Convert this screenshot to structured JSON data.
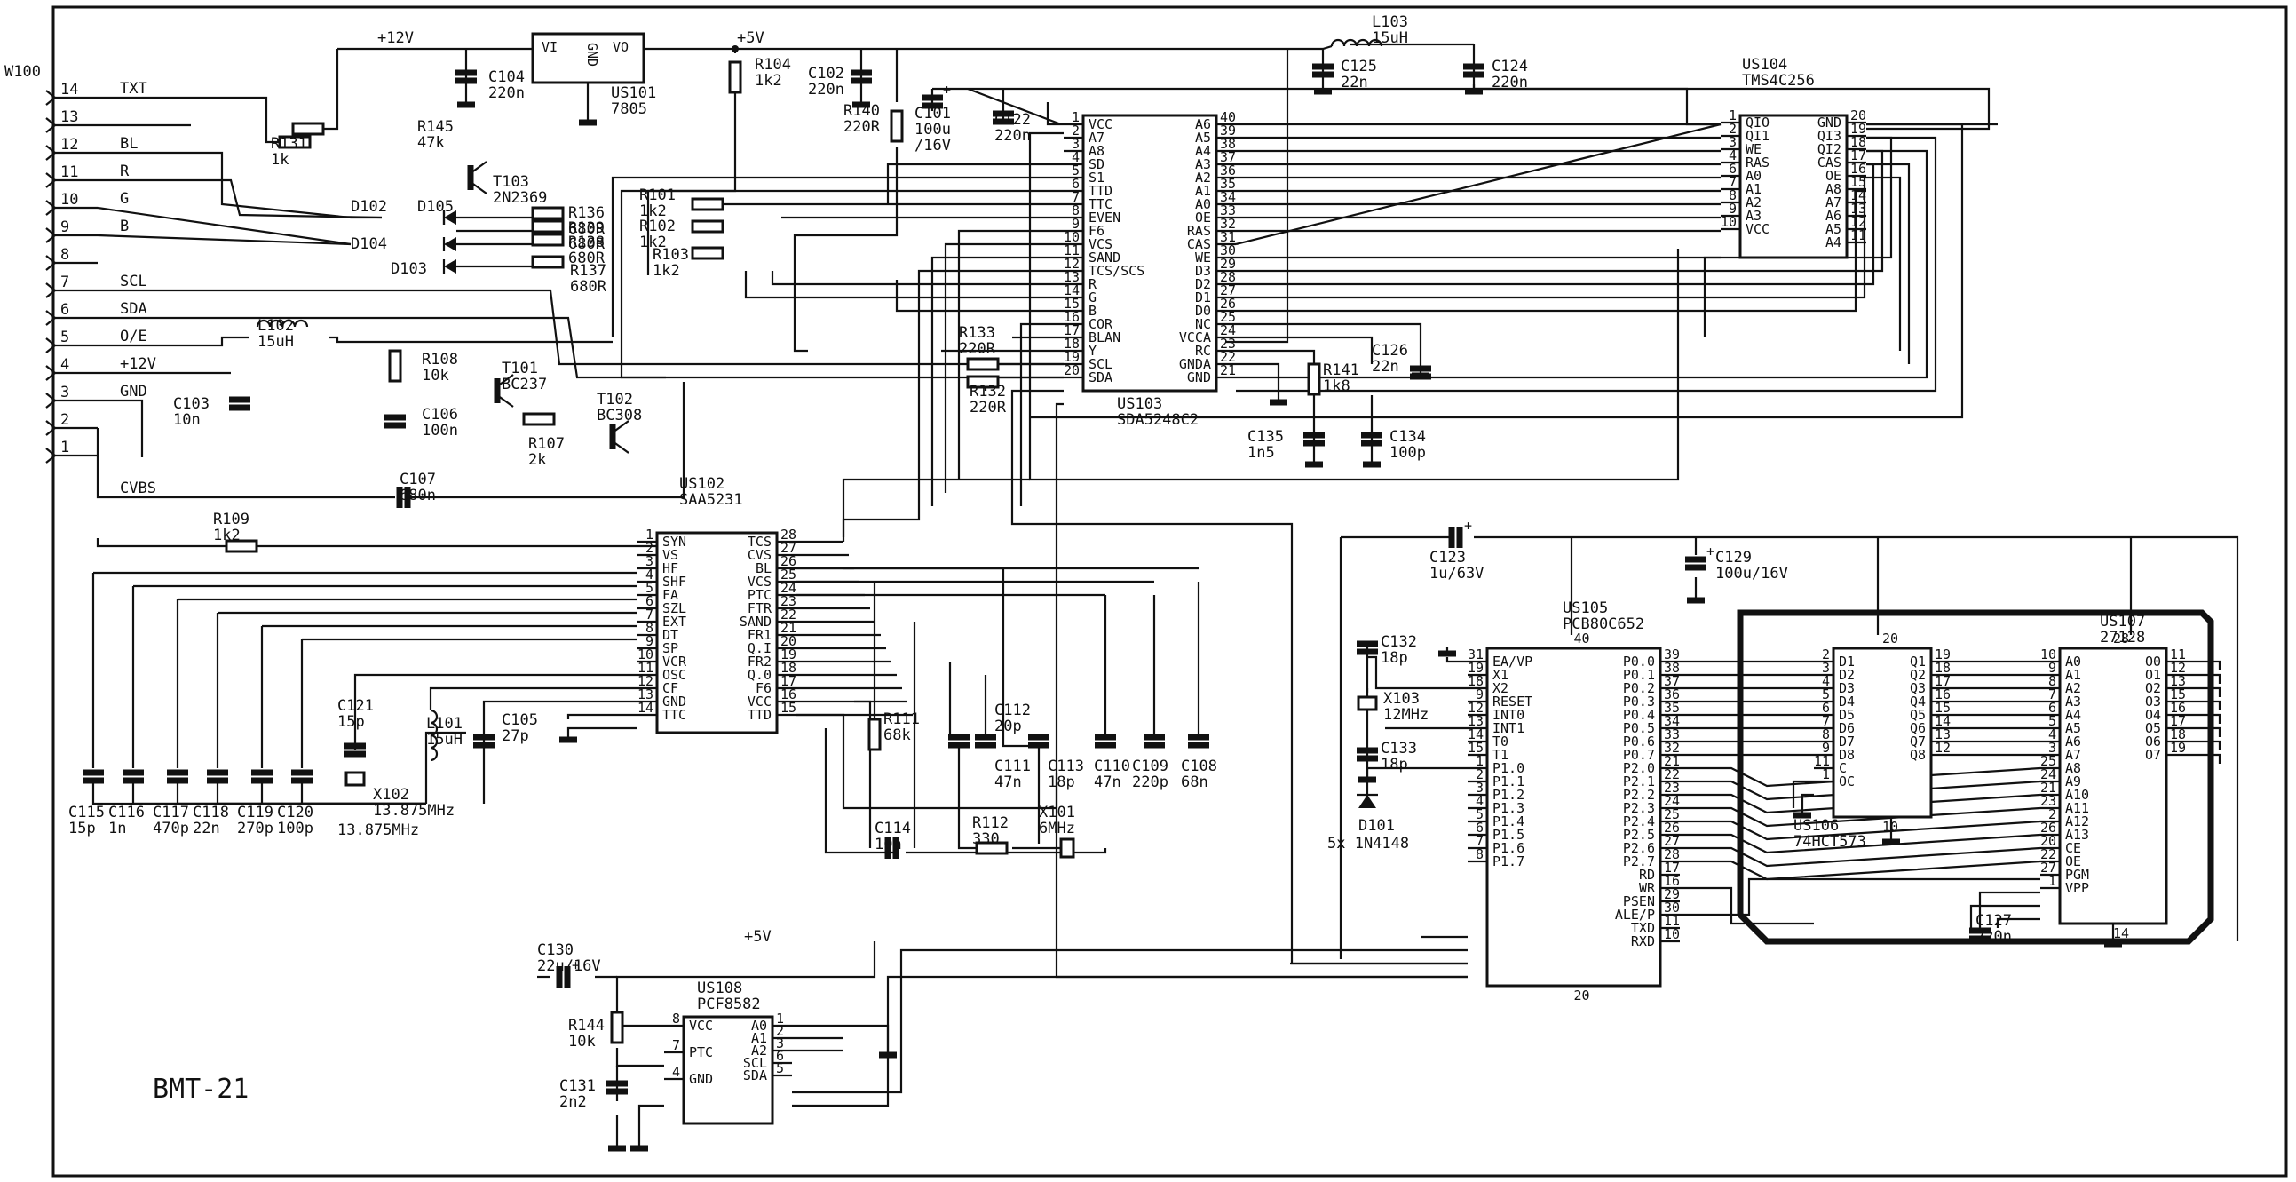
{
  "title": "BMT-21",
  "connector": {
    "ref": "W100",
    "pins": [
      {
        "num": "14",
        "name": "TXT"
      },
      {
        "num": "13",
        "name": ""
      },
      {
        "num": "12",
        "name": "BL"
      },
      {
        "num": "11",
        "name": "R"
      },
      {
        "num": "10",
        "name": "G"
      },
      {
        "num": "9",
        "name": "B"
      },
      {
        "num": "8",
        "name": ""
      },
      {
        "num": "7",
        "name": "SCL"
      },
      {
        "num": "6",
        "name": "SDA"
      },
      {
        "num": "5",
        "name": "O/E"
      },
      {
        "num": "4",
        "name": "+12V"
      },
      {
        "num": "3",
        "name": "GND"
      },
      {
        "num": "2",
        "name": ""
      },
      {
        "num": "1",
        "name": ""
      }
    ],
    "cvbs": "CVBS"
  },
  "rails": {
    "v12": "+12V",
    "v5": "+5V",
    "v5b": "+5V"
  },
  "ics": {
    "us101": {
      "ref": "US101",
      "part": "7805",
      "vi": "VI",
      "vo": "VO",
      "gnd": "GND"
    },
    "us104": {
      "ref": "US104",
      "part": "TMS4C256",
      "left": [
        [
          "1",
          "QIO"
        ],
        [
          "2",
          "QI1"
        ],
        [
          "3",
          "WE"
        ],
        [
          "4",
          "RAS"
        ],
        [
          "6",
          "A0"
        ],
        [
          "7",
          "A1"
        ],
        [
          "8",
          "A2"
        ],
        [
          "9",
          "A3"
        ],
        [
          "10",
          "VCC"
        ]
      ],
      "right": [
        [
          "20",
          "GND"
        ],
        [
          "19",
          "QI3"
        ],
        [
          "18",
          "QI2"
        ],
        [
          "17",
          "CAS"
        ],
        [
          "16",
          "OE"
        ],
        [
          "15",
          "A8"
        ],
        [
          "14",
          "A7"
        ],
        [
          "13",
          "A6"
        ],
        [
          "12",
          "A5"
        ],
        [
          "11",
          "A4"
        ]
      ]
    },
    "us103": {
      "ref": "US103",
      "part": "SDA5248C2",
      "left": [
        [
          "1",
          "VCC"
        ],
        [
          "2",
          "A7"
        ],
        [
          "3",
          "A8"
        ],
        [
          "4",
          "SD"
        ],
        [
          "5",
          "S1"
        ],
        [
          "6",
          "TTD"
        ],
        [
          "7",
          "TTC"
        ],
        [
          "8",
          "EVEN"
        ],
        [
          "9",
          "F6"
        ],
        [
          "10",
          "VCS"
        ],
        [
          "11",
          "SAND"
        ],
        [
          "12",
          "TCS/SCS"
        ],
        [
          "13",
          "R"
        ],
        [
          "14",
          "G"
        ],
        [
          "15",
          "B"
        ],
        [
          "16",
          "COR"
        ],
        [
          "17",
          "BLAN"
        ],
        [
          "18",
          "Y"
        ],
        [
          "19",
          "SCL"
        ],
        [
          "20",
          "SDA"
        ]
      ],
      "right": [
        [
          "40",
          "A6"
        ],
        [
          "39",
          "A5"
        ],
        [
          "38",
          "A4"
        ],
        [
          "37",
          "A3"
        ],
        [
          "36",
          "A2"
        ],
        [
          "35",
          "A1"
        ],
        [
          "34",
          "A0"
        ],
        [
          "33",
          "OE"
        ],
        [
          "32",
          "RAS"
        ],
        [
          "31",
          "CAS"
        ],
        [
          "30",
          "WE"
        ],
        [
          "29",
          "D3"
        ],
        [
          "28",
          "D2"
        ],
        [
          "27",
          "D1"
        ],
        [
          "26",
          "D0"
        ],
        [
          "25",
          "NC"
        ],
        [
          "24",
          "VCCA"
        ],
        [
          "23",
          "RC"
        ],
        [
          "22",
          "GNDA"
        ],
        [
          "21",
          "GND"
        ]
      ]
    },
    "us102": {
      "ref": "US102",
      "part": "SAA5231",
      "left": [
        [
          "1",
          "SYN"
        ],
        [
          "2",
          "VS"
        ],
        [
          "3",
          "HF"
        ],
        [
          "4",
          "SHF"
        ],
        [
          "5",
          "FA"
        ],
        [
          "6",
          "SZL"
        ],
        [
          "7",
          "EXT"
        ],
        [
          "8",
          "DT"
        ],
        [
          "9",
          "SP"
        ],
        [
          "10",
          "VCR"
        ],
        [
          "11",
          "OSC"
        ],
        [
          "12",
          "CF"
        ],
        [
          "13",
          "GND"
        ],
        [
          "14",
          "TTC"
        ]
      ],
      "right": [
        [
          "28",
          "TCS"
        ],
        [
          "27",
          "CVS"
        ],
        [
          "26",
          "BL"
        ],
        [
          "25",
          "VCS"
        ],
        [
          "24",
          "PTC"
        ],
        [
          "23",
          "FTR"
        ],
        [
          "22",
          "SAND"
        ],
        [
          "21",
          "FR1"
        ],
        [
          "20",
          "Q.I"
        ],
        [
          "19",
          "FR2"
        ],
        [
          "18",
          "Q.0"
        ],
        [
          "17",
          "F6"
        ],
        [
          "16",
          "VCC"
        ],
        [
          "15",
          "TTD"
        ]
      ]
    },
    "us105": {
      "ref": "US105",
      "part": "PCB80C652",
      "left": [
        [
          "31",
          "EA/VP"
        ],
        [
          "19",
          "X1"
        ],
        [
          "18",
          "X2"
        ],
        [
          "9",
          "RESET"
        ],
        [
          "12",
          "INT0"
        ],
        [
          "13",
          "INT1"
        ],
        [
          "14",
          "T0"
        ],
        [
          "15",
          "T1"
        ],
        [
          "1",
          "P1.0"
        ],
        [
          "2",
          "P1.1"
        ],
        [
          "3",
          "P1.2"
        ],
        [
          "4",
          "P1.3"
        ],
        [
          "5",
          "P1.4"
        ],
        [
          "6",
          "P1.5"
        ],
        [
          "7",
          "P1.6"
        ],
        [
          "8",
          "P1.7"
        ]
      ],
      "right": [
        [
          "39",
          "P0.0"
        ],
        [
          "38",
          "P0.1"
        ],
        [
          "37",
          "P0.2"
        ],
        [
          "36",
          "P0.3"
        ],
        [
          "35",
          "P0.4"
        ],
        [
          "34",
          "P0.5"
        ],
        [
          "33",
          "P0.6"
        ],
        [
          "32",
          "P0.7"
        ],
        [
          "21",
          "P2.0"
        ],
        [
          "22",
          "P2.1"
        ],
        [
          "23",
          "P2.2"
        ],
        [
          "24",
          "P2.3"
        ],
        [
          "25",
          "P2.4"
        ],
        [
          "26",
          "P2.5"
        ],
        [
          "27",
          "P2.6"
        ],
        [
          "28",
          "P2.7"
        ],
        [
          "17",
          "RD"
        ],
        [
          "16",
          "WR"
        ],
        [
          "29",
          "PSEN"
        ],
        [
          "30",
          "ALE/P"
        ],
        [
          "11",
          "TXD"
        ],
        [
          "10",
          "RXD"
        ]
      ],
      "top": "40",
      "bottom": "20"
    },
    "us106": {
      "ref": "US106",
      "part": "74HCT573",
      "left": [
        [
          "2",
          "D1"
        ],
        [
          "3",
          "D2"
        ],
        [
          "4",
          "D3"
        ],
        [
          "5",
          "D4"
        ],
        [
          "6",
          "D5"
        ],
        [
          "7",
          "D6"
        ],
        [
          "8",
          "D7"
        ],
        [
          "9",
          "D8"
        ],
        [
          "11",
          "C"
        ],
        [
          "1",
          "OC"
        ]
      ],
      "right": [
        [
          "19",
          "Q1"
        ],
        [
          "18",
          "Q2"
        ],
        [
          "17",
          "Q3"
        ],
        [
          "16",
          "Q4"
        ],
        [
          "15",
          "Q5"
        ],
        [
          "14",
          "Q6"
        ],
        [
          "13",
          "Q7"
        ],
        [
          "12",
          "Q8"
        ]
      ],
      "top": "20",
      "bottom": "10"
    },
    "us107": {
      "ref": "US107",
      "part": "27128",
      "left": [
        [
          "10",
          "A0"
        ],
        [
          "9",
          "A1"
        ],
        [
          "8",
          "A2"
        ],
        [
          "7",
          "A3"
        ],
        [
          "6",
          "A4"
        ],
        [
          "5",
          "A5"
        ],
        [
          "4",
          "A6"
        ],
        [
          "3",
          "A7"
        ],
        [
          "25",
          "A8"
        ],
        [
          "24",
          "A9"
        ],
        [
          "21",
          "A10"
        ],
        [
          "23",
          "A11"
        ],
        [
          "2",
          "A12"
        ],
        [
          "26",
          "A13"
        ],
        [
          "20",
          "CE"
        ],
        [
          "22",
          "OE"
        ],
        [
          "27",
          "PGM"
        ],
        [
          "1",
          "VPP"
        ]
      ],
      "right": [
        [
          "11",
          "O0"
        ],
        [
          "12",
          "O1"
        ],
        [
          "13",
          "O2"
        ],
        [
          "15",
          "O3"
        ],
        [
          "16",
          "O4"
        ],
        [
          "17",
          "O5"
        ],
        [
          "18",
          "O6"
        ],
        [
          "19",
          "O7"
        ]
      ],
      "top": "28",
      "bottom": "14"
    },
    "us108": {
      "ref": "US108",
      "part": "PCF8582",
      "left": [
        [
          "8",
          "VCC"
        ],
        [
          "7",
          "PTC"
        ],
        [
          "4",
          "GND"
        ]
      ],
      "right": [
        [
          "1",
          "A0"
        ],
        [
          "2",
          "A1"
        ],
        [
          "3",
          "A2"
        ],
        [
          "6",
          "SCL"
        ],
        [
          "5",
          "SDA"
        ]
      ]
    }
  },
  "components": {
    "C104": {
      "ref": "C104",
      "val": "220n"
    },
    "C102": {
      "ref": "C102",
      "val": "220n"
    },
    "R104": {
      "ref": "R104",
      "val": "1k2"
    },
    "R140": {
      "ref": "R140",
      "val": "220R"
    },
    "C101": {
      "ref": "C101",
      "val": "100u",
      "val2": "/16V"
    },
    "C122": {
      "ref": "C122",
      "val": "220n"
    },
    "L103": {
      "ref": "L103",
      "val": "15uH"
    },
    "C125": {
      "ref": "C125",
      "val": "22n"
    },
    "C124": {
      "ref": "C124",
      "val": "220n"
    },
    "R145": {
      "ref": "R145",
      "val": "47k"
    },
    "R131": {
      "ref": "R131",
      "val": "1k"
    },
    "T103": {
      "ref": "T103",
      "val": "2N2369"
    },
    "D102": {
      "ref": "D102"
    },
    "D105": {
      "ref": "D105"
    },
    "D104": {
      "ref": "D104"
    },
    "D103": {
      "ref": "D103"
    },
    "R136": {
      "ref": "R136",
      "val": "680R"
    },
    "R139": {
      "ref": "R139",
      "val": "680R"
    },
    "R138": {
      "ref": "R138",
      "val": "680R"
    },
    "R137": {
      "ref": "R137",
      "val": "680R"
    },
    "R101": {
      "ref": "R101",
      "val": "1k2"
    },
    "R102": {
      "ref": "R102",
      "val": "1k2"
    },
    "R103": {
      "ref": "R103",
      "val": "1k2"
    },
    "L102": {
      "ref": "L102",
      "val": "15uH"
    },
    "C103": {
      "ref": "C103",
      "val": "10n"
    },
    "R108": {
      "ref": "R108",
      "val": "10k"
    },
    "T101": {
      "ref": "T101",
      "val": "BC237"
    },
    "C106": {
      "ref": "C106",
      "val": "100n"
    },
    "R107": {
      "ref": "R107",
      "val": "2k"
    },
    "T102": {
      "ref": "T102",
      "val": "BC308"
    },
    "R133": {
      "ref": "R133",
      "val": "220R"
    },
    "R132": {
      "ref": "R132",
      "val": "220R"
    },
    "R141": {
      "ref": "R141",
      "val": "1k8"
    },
    "C126": {
      "ref": "C126",
      "val": "22n"
    },
    "C135": {
      "ref": "C135",
      "val": "1n5"
    },
    "C134": {
      "ref": "C134",
      "val": "100p"
    },
    "C107": {
      "ref": "C107",
      "val": "680n"
    },
    "R109": {
      "ref": "R109",
      "val": "1k2"
    },
    "C123": {
      "ref": "C123",
      "val": "1u/63V"
    },
    "C129": {
      "ref": "C129",
      "val": "100u/16V"
    },
    "C132": {
      "ref": "C132",
      "val": "18p"
    },
    "X103": {
      "ref": "X103",
      "val": "12MHz"
    },
    "C133": {
      "ref": "C133",
      "val": "18p"
    },
    "D101": {
      "ref": "D101",
      "val": "5x 1N4148"
    },
    "C121": {
      "ref": "C121",
      "val": "15p"
    },
    "L101": {
      "ref": "L101",
      "val": "15uH"
    },
    "C105": {
      "ref": "C105",
      "val": "27p"
    },
    "X102": {
      "ref": "X102",
      "val": "13.875MHz"
    },
    "R111": {
      "ref": "R111",
      "val": "68k"
    },
    "C112": {
      "ref": "C112",
      "val": "20p"
    },
    "C111": {
      "ref": "C111",
      "val": "47n"
    },
    "C113": {
      "ref": "C113",
      "val": "18p"
    },
    "C110": {
      "ref": "C110",
      "val": "47n"
    },
    "C109": {
      "ref": "C109",
      "val": "220p"
    },
    "C108": {
      "ref": "C108",
      "val": "68n"
    },
    "C114": {
      "ref": "C114",
      "val": "10n"
    },
    "R112": {
      "ref": "R112",
      "val": "330"
    },
    "X101": {
      "ref": "X101",
      "val": "6MHz"
    },
    "C115": {
      "ref": "C115",
      "val": "15p"
    },
    "C116": {
      "ref": "C116",
      "val": "1n"
    },
    "C117": {
      "ref": "C117",
      "val": "470p"
    },
    "C118": {
      "ref": "C118",
      "val": "22n"
    },
    "C119": {
      "ref": "C119",
      "val": "270p"
    },
    "C120": {
      "ref": "C120",
      "val": "100p"
    },
    "C127": {
      "ref": "C127",
      "val": "220n"
    },
    "C130": {
      "ref": "C130",
      "val": "22u/16V"
    },
    "R144": {
      "ref": "R144",
      "val": "10k"
    },
    "C131": {
      "ref": "C131",
      "val": "2n2"
    }
  }
}
